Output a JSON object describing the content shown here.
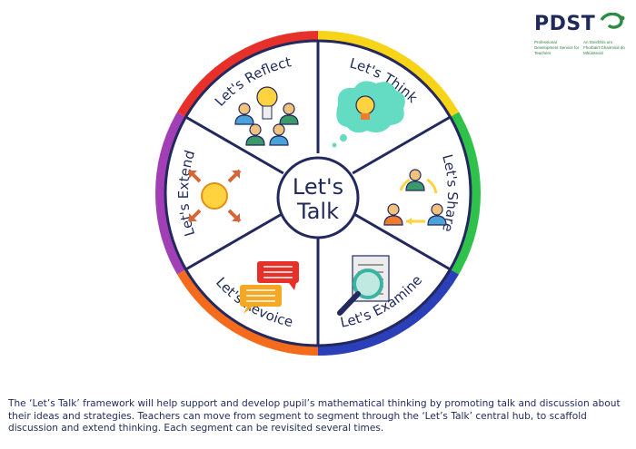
{
  "logo": {
    "text": "PDST",
    "subtitle_en": "Professional Development Service for Teachers",
    "subtitle_ga": "An tSeirbhís um Fhorbairt Ghairmiúil do Mhúinteoirí"
  },
  "hub": {
    "line1": "Let's",
    "line2": "Talk"
  },
  "segments": [
    {
      "label": "Let's Think",
      "color": "#f7d417",
      "icon": "lightbulb-thought-icon"
    },
    {
      "label": "Let's Share",
      "color": "#2fc24a",
      "icon": "share-cycle-icon"
    },
    {
      "label": "Let's Examine",
      "color": "#2b3fb8",
      "icon": "magnifier-document-icon"
    },
    {
      "label": "Let's Revoice",
      "color": "#f46b1e",
      "icon": "speech-bubbles-icon"
    },
    {
      "label": "Let's Extend",
      "color": "#a23fb5",
      "icon": "expand-arrows-icon"
    },
    {
      "label": "Let's Reflect",
      "color": "#e8302a",
      "icon": "group-idea-icon"
    }
  ],
  "caption": "The ‘Let’s Talk’ framework will help support and develop pupil’s mathematical thinking by promoting talk and discussion about their ideas and strategies. Teachers can move from segment to segment through the ‘Let’s Talk’ central hub, to scaffold discussion and extend thinking. Each segment can be revisited several times."
}
